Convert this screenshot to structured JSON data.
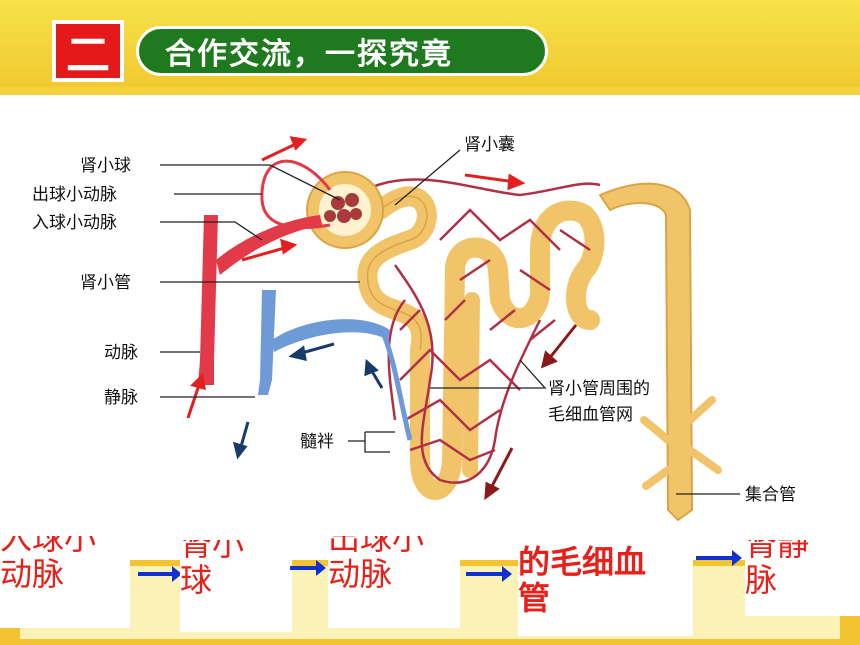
{
  "header": {
    "number": "二",
    "title": "合作交流，一探究竟"
  },
  "diagram": {
    "labels": {
      "glomerulus": "肾小球",
      "efferent_arteriole": "出球小动脉",
      "afferent_arteriole": "入球小动脉",
      "capsule": "肾小囊",
      "tubule": "肾小管",
      "artery": "动脉",
      "vein": "静脉",
      "capillary_network": "肾小管周围的",
      "capillary_network_2": "毛细血管网",
      "loop": "髓袢",
      "collecting_duct": "集合管"
    }
  },
  "flow": {
    "box1": [
      "入球小",
      "动脉"
    ],
    "box2": [
      "肾小",
      "球"
    ],
    "box3": [
      "出球小",
      "动脉"
    ],
    "box4": [
      "的毛细血",
      "管"
    ],
    "box5": [
      "肾静",
      "脉"
    ]
  },
  "colors": {
    "artery": "#e33a4a",
    "vein": "#6f9ad8",
    "tubule": "#f2c46a",
    "capillary": "#b03048",
    "accent": "#e51919"
  }
}
